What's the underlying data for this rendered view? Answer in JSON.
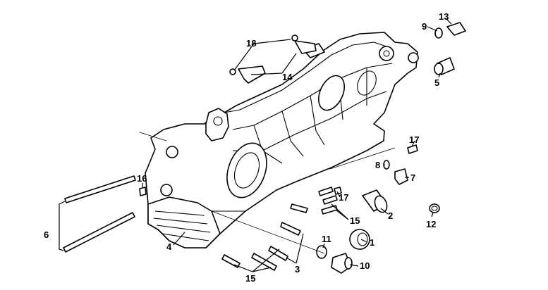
{
  "callouts": [
    {
      "id": "c1",
      "text": "1"
    },
    {
      "id": "c2",
      "text": "2"
    },
    {
      "id": "c3",
      "text": "3"
    },
    {
      "id": "c4",
      "text": "4"
    },
    {
      "id": "c5",
      "text": "5"
    },
    {
      "id": "c6",
      "text": "6"
    },
    {
      "id": "c7",
      "text": "7"
    },
    {
      "id": "c8",
      "text": "8"
    },
    {
      "id": "c9",
      "text": "9"
    },
    {
      "id": "c10",
      "text": "10"
    },
    {
      "id": "c11",
      "text": "11"
    },
    {
      "id": "c12",
      "text": "12"
    },
    {
      "id": "c13",
      "text": "13"
    },
    {
      "id": "c14",
      "text": "14"
    },
    {
      "id": "c15a",
      "text": "15"
    },
    {
      "id": "c15b",
      "text": "15"
    },
    {
      "id": "c16",
      "text": "16"
    },
    {
      "id": "c17a",
      "text": "17"
    },
    {
      "id": "c17b",
      "text": "17"
    },
    {
      "id": "c18",
      "text": "18"
    }
  ]
}
